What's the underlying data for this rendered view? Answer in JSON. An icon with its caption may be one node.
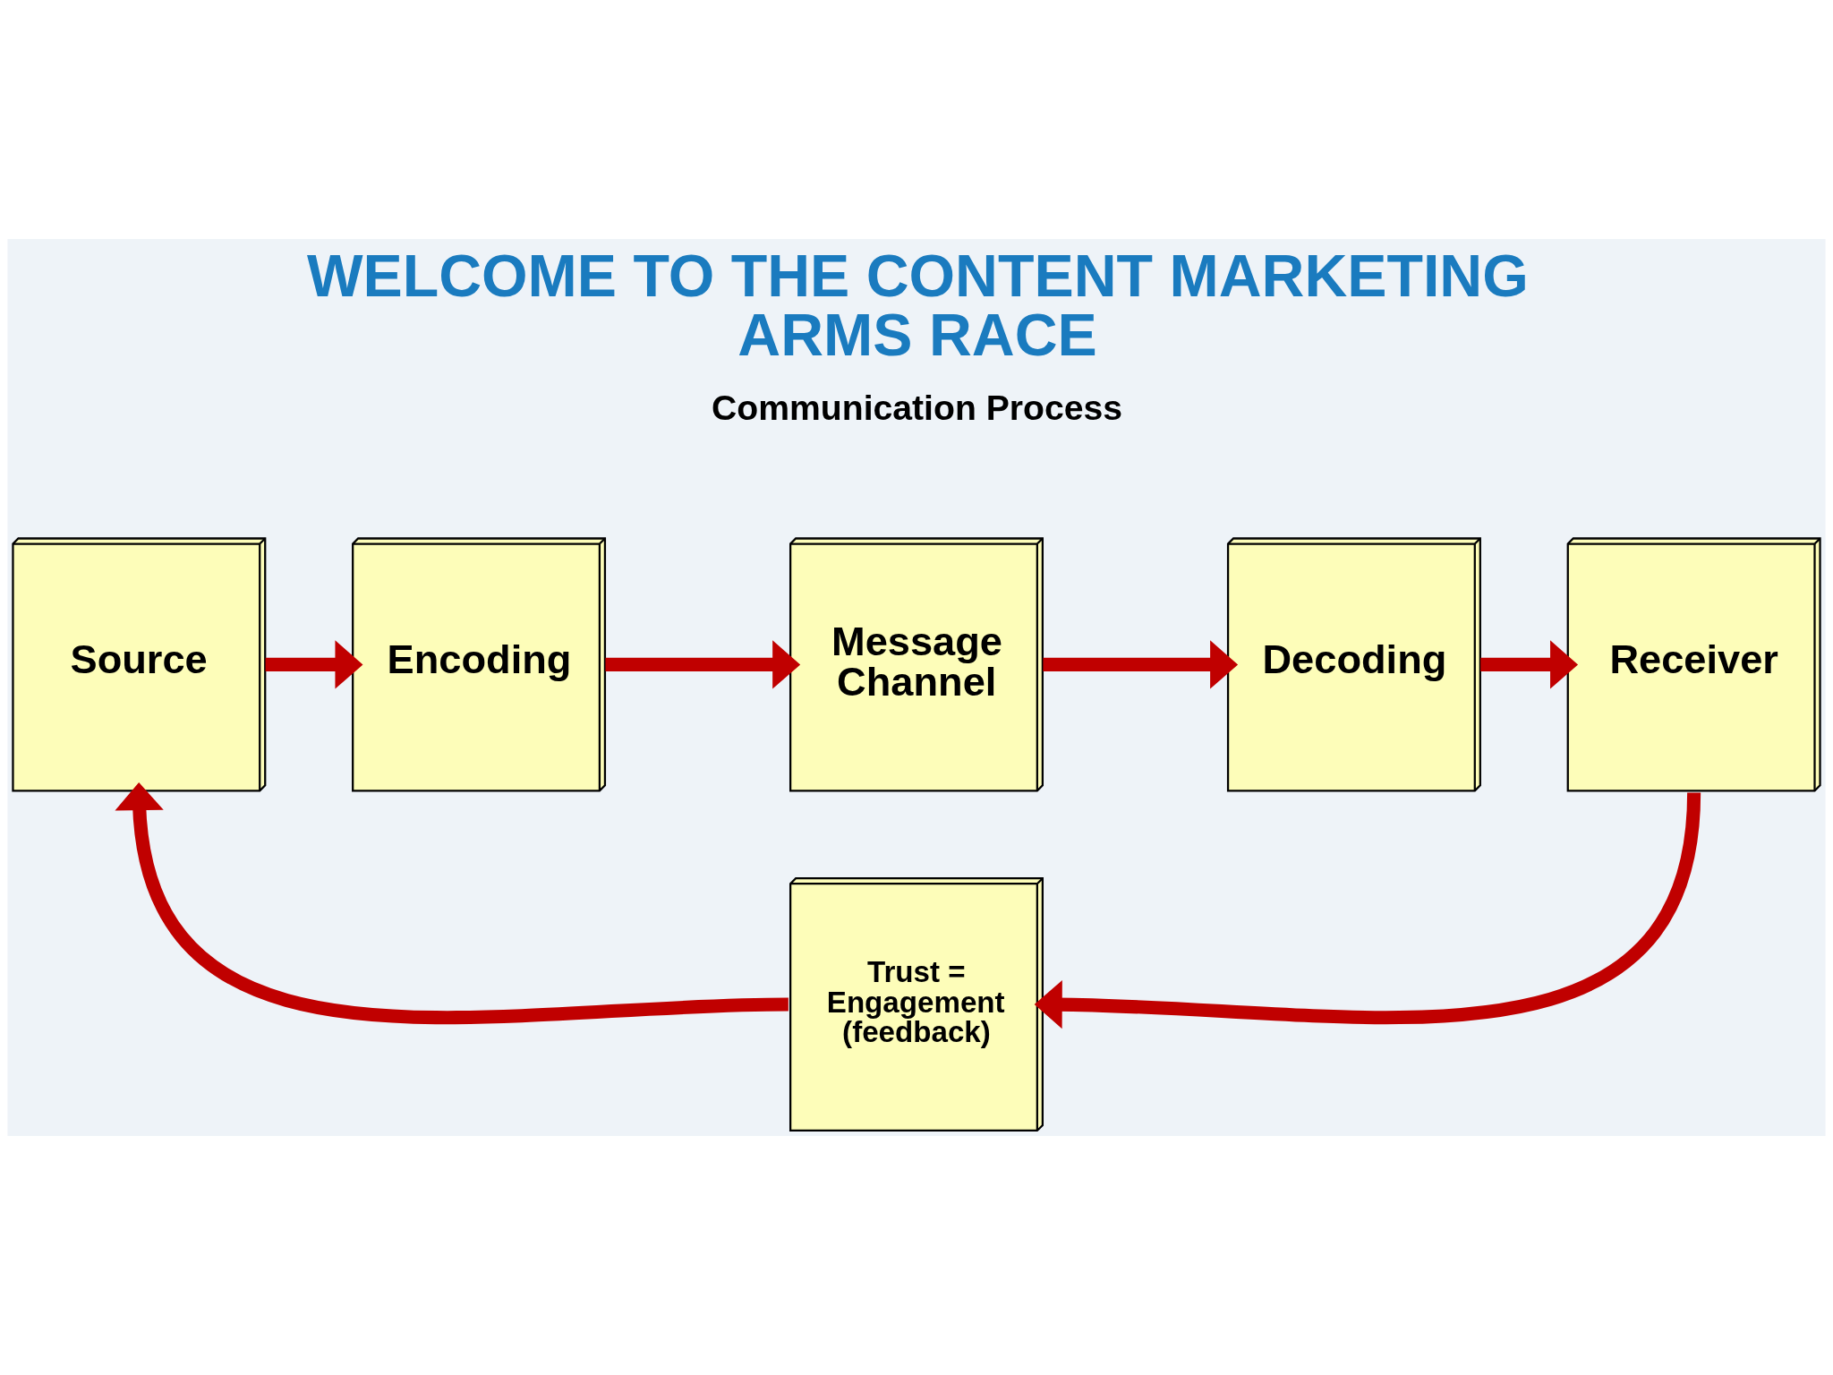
{
  "diagram": {
    "title": "WELCOME TO THE CONTENT MARKETING ARMS RACE",
    "nodes": [
      {
        "text": [
          "Source"
        ]
      },
      {
        "text": [
          "Encoding"
        ]
      },
      {
        "text": [
          "Message Channel"
        ]
      },
      {
        "text": [
          "Decoding"
        ]
      },
      {
        "text": [
          "Receiver"
        ]
      },
      {
        "text": [
          "Trust = Engagement (feedback)"
        ]
      }
    ],
    "edges": [
      {
        "from": 0,
        "to": 1,
        "arrow": "to"
      },
      {
        "from": 1,
        "to": 2,
        "arrow": "to"
      },
      {
        "from": 2,
        "to": 3,
        "arrow": "to"
      },
      {
        "from": 3,
        "to": 4,
        "arrow": "to"
      },
      {
        "from": 4,
        "to": 5,
        "arrow": "to"
      },
      {
        "from": 5,
        "to": 0,
        "arrow": "to"
      }
    ],
    "labels": [
      "Communication Process"
    ]
  }
}
